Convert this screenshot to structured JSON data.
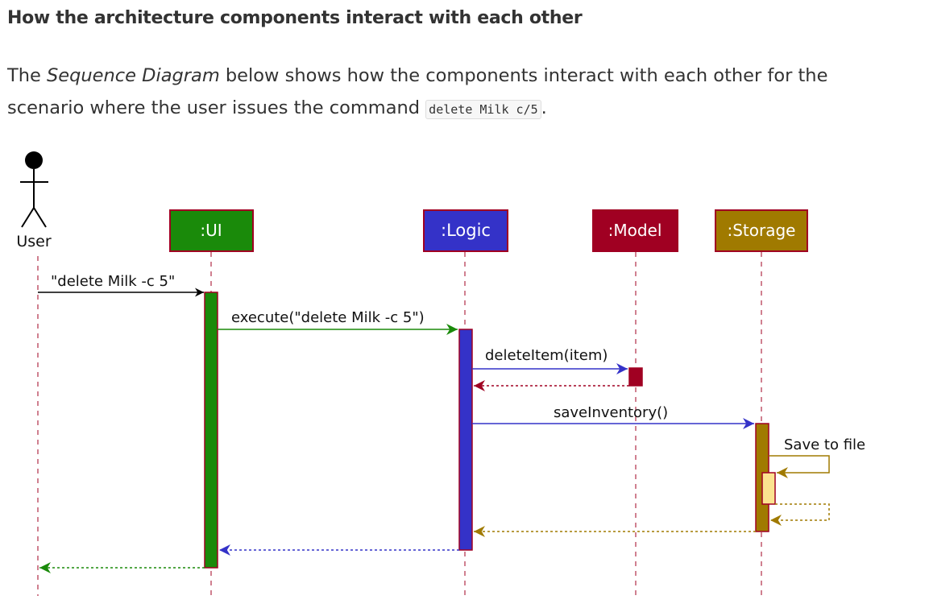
{
  "heading": "How the architecture components interact with each other",
  "intro": {
    "before": "The ",
    "emphasis": "Sequence Diagram",
    "after": " below shows how the components interact with each other for the scenario where the user issues the command ",
    "command": "delete Milk c/5",
    "end": "."
  },
  "diagram": {
    "actor": "User",
    "participants": [
      {
        "label": ":UI",
        "color": "#1a8a0a"
      },
      {
        "label": ":Logic",
        "color": "#3432c8"
      },
      {
        "label": ":Model",
        "color": "#a00022"
      },
      {
        "label": ":Storage",
        "color": "#a07a00"
      }
    ],
    "messages": [
      "\"delete Milk -c 5\"",
      "execute(\"delete Milk -c 5\")",
      "deleteItem(item)",
      "saveInventory()",
      "Save to file"
    ],
    "colors": {
      "lifeline": "#a00022",
      "return_model": "#a00022",
      "return_storage": "#a07a00",
      "return_logic": "#3432c8",
      "return_ui": "#1a8a0a",
      "inner_activation": "#fbe38f"
    }
  }
}
